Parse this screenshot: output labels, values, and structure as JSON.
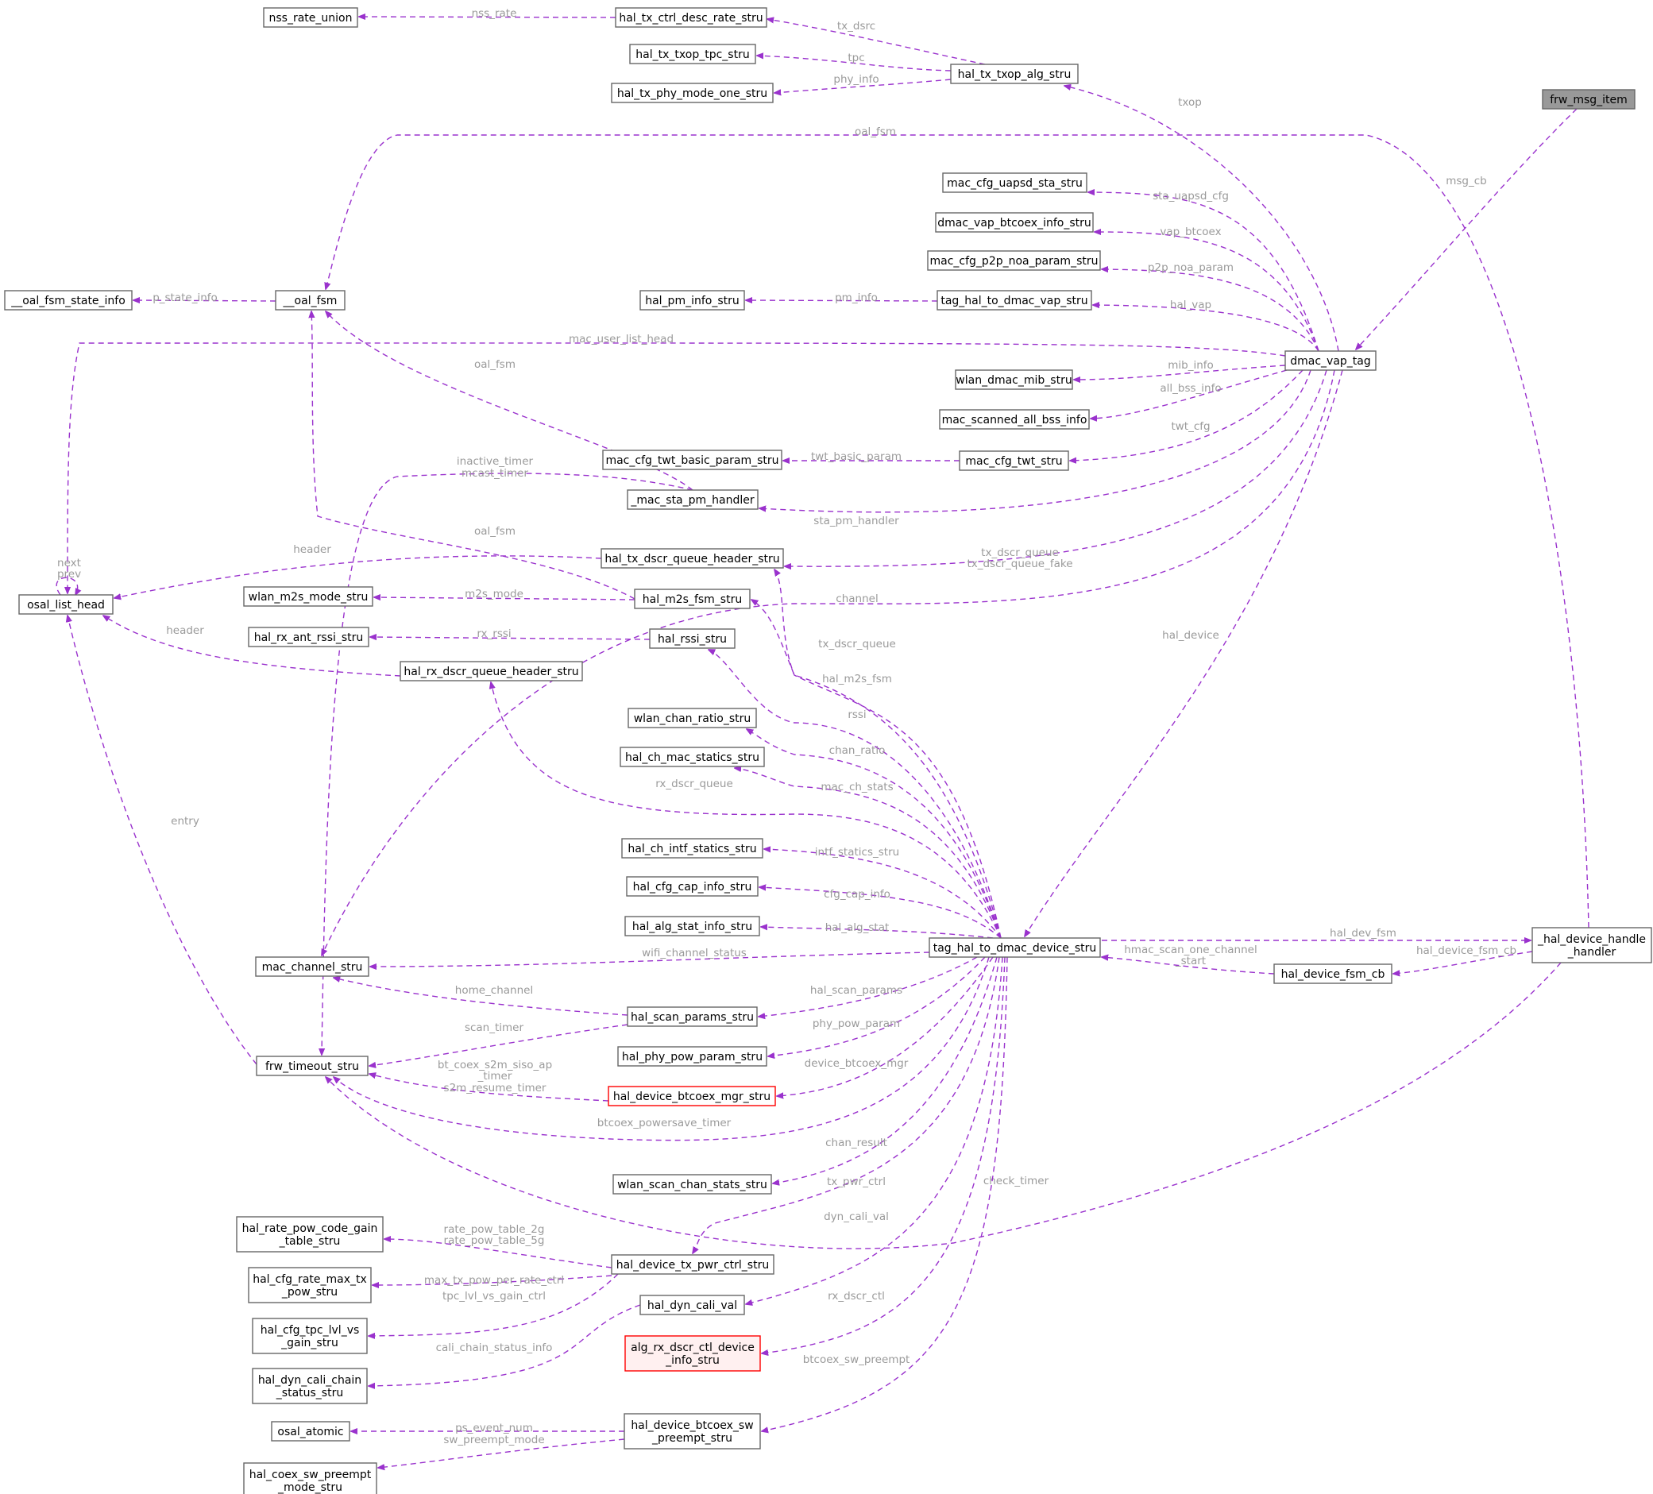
{
  "graph": {
    "colors": {
      "edge": "#9a32cd",
      "edge_label": "#9a9a9a",
      "node_border": "#666666",
      "highlight_fill": "#999999",
      "warning_border": "#ff0000"
    },
    "nodes": {
      "nss_rate_union": "nss_rate_union",
      "hal_tx_ctrl_desc_rate_stru": "hal_tx_ctrl_desc_rate_stru",
      "hal_tx_txop_tpc_stru": "hal_tx_txop_tpc_stru",
      "hal_tx_txop_alg_stru": "hal_tx_txop_alg_stru",
      "hal_tx_phy_mode_one_stru": "hal_tx_phy_mode_one_stru",
      "frw_msg_item": "frw_msg_item",
      "mac_cfg_uapsd_sta_stru": "mac_cfg_uapsd_sta_stru",
      "dmac_vap_btcoex_info_stru": "dmac_vap_btcoex_info_stru",
      "mac_cfg_p2p_noa_param_stru": "mac_cfg_p2p_noa_param_stru",
      "hal_pm_info_stru": "hal_pm_info_stru",
      "tag_hal_to_dmac_vap_stru": "tag_hal_to_dmac_vap_stru",
      "oal_fsm_state_info": "__oal_fsm_state_info",
      "oal_fsm": "__oal_fsm",
      "dmac_vap_tag": "dmac_vap_tag",
      "wlan_dmac_mib_stru": "wlan_dmac_mib_stru",
      "mac_scanned_all_bss_info": "mac_scanned_all_bss_info",
      "mac_cfg_twt_basic_param_stru": "mac_cfg_twt_basic_param_stru",
      "mac_cfg_twt_stru": "mac_cfg_twt_stru",
      "mac_sta_pm_handler": "_mac_sta_pm_handler",
      "hal_tx_dscr_queue_header_stru": "hal_tx_dscr_queue_header_stru",
      "osal_list_head": "osal_list_head",
      "wlan_m2s_mode_stru": "wlan_m2s_mode_stru",
      "hal_m2s_fsm_stru": "hal_m2s_fsm_stru",
      "hal_rx_ant_rssi_stru": "hal_rx_ant_rssi_stru",
      "hal_rssi_stru": "hal_rssi_stru",
      "hal_rx_dscr_queue_header_stru": "hal_rx_dscr_queue_header_stru",
      "wlan_chan_ratio_stru": "wlan_chan_ratio_stru",
      "hal_ch_mac_statics_stru": "hal_ch_mac_statics_stru",
      "hal_ch_intf_statics_stru": "hal_ch_intf_statics_stru",
      "hal_cfg_cap_info_stru": "hal_cfg_cap_info_stru",
      "hal_alg_stat_info_stru": "hal_alg_stat_info_stru",
      "mac_channel_stru": "mac_channel_stru",
      "tag_hal_to_dmac_device_stru": "tag_hal_to_dmac_device_stru",
      "hal_device_handle_handler": [
        "_hal_device_handle",
        "_handler"
      ],
      "hal_device_fsm_cb": "hal_device_fsm_cb",
      "hal_scan_params_stru": "hal_scan_params_stru",
      "frw_timeout_stru": "frw_timeout_stru",
      "hal_phy_pow_param_stru": "hal_phy_pow_param_stru",
      "hal_device_btcoex_mgr_stru": "hal_device_btcoex_mgr_stru",
      "wlan_scan_chan_stats_stru": "wlan_scan_chan_stats_stru",
      "hal_rate_pow_code_gain_table_stru": [
        "hal_rate_pow_code_gain",
        "_table_stru"
      ],
      "hal_device_tx_pwr_ctrl_stru": "hal_device_tx_pwr_ctrl_stru",
      "hal_cfg_rate_max_tx_pow_stru": [
        "hal_cfg_rate_max_tx",
        "_pow_stru"
      ],
      "hal_dyn_cali_val": "hal_dyn_cali_val",
      "hal_cfg_tpc_lvl_vs_gain_stru": [
        "hal_cfg_tpc_lvl_vs",
        "_gain_stru"
      ],
      "alg_rx_dscr_ctl_device_info_stru": [
        "alg_rx_dscr_ctl_device",
        "_info_stru"
      ],
      "hal_dyn_cali_chain_status_stru": [
        "hal_dyn_cali_chain",
        "_status_stru"
      ],
      "osal_atomic": "osal_atomic",
      "hal_device_btcoex_sw_preempt_stru": [
        "hal_device_btcoex_sw",
        "_preempt_stru"
      ],
      "hal_coex_sw_preempt_mode_stru": [
        "hal_coex_sw_preempt",
        "_mode_stru"
      ]
    },
    "edge_labels": {
      "nss_rate": "nss_rate",
      "tx_dsrc": "tx_dsrc",
      "tpc": "tpc",
      "phy_info": "phy_info",
      "txop": "txop",
      "oal_fsm_top": "oal_fsm",
      "msg_cb": "msg_cb",
      "sta_uapsd_cfg": "sta_uapsd_cfg",
      "vap_btcoex": "vap_btcoex",
      "p2p_noa_param": "p2p_noa_param",
      "pm_info": "pm_info",
      "hal_vap": "hal_vap",
      "p_state_info": "p_state_info",
      "mac_user_list_head": "mac_user_list_head",
      "mib_info": "mib_info",
      "all_bss_info": "all_bss_info",
      "oal_fsm_mid": "oal_fsm",
      "twt_cfg": "twt_cfg",
      "twt_basic_param": "twt_basic_param",
      "inactive_timer": [
        "inactive_timer",
        "mcast_timer"
      ],
      "sta_pm_handler": "sta_pm_handler",
      "oal_fsm_low": "oal_fsm",
      "header_tx": "header",
      "tx_dscr_queue_fake": [
        "tx_dscr_queue",
        "tx_dscr_queue_fake"
      ],
      "next_prev": [
        "next",
        "prev"
      ],
      "m2s_mode": "m2s_mode",
      "channel": "channel",
      "tx_dscr_queue": "tx_dscr_queue",
      "header_rx": "header",
      "rx_rssi": "rx_rssi",
      "hal_device": "hal_device",
      "hal_m2s_fsm": "hal_m2s_fsm",
      "rssi": "rssi",
      "chan_ratio": "chan_ratio",
      "mac_ch_stats": "mac_ch_stats",
      "rx_dscr_queue": "rx_dscr_queue",
      "entry": "entry",
      "intf_statics_stru": "intf_statics_stru",
      "cfg_cap_info": "cfg_cap_info",
      "hal_alg_stat": "hal_alg_stat",
      "hal_dev_fsm": "hal_dev_fsm",
      "wifi_channel_status": "wifi_channel_status",
      "hmac_scan_one_channel": [
        "hmac_scan_one_channel",
        "_start"
      ],
      "hal_device_fsm_cb": "hal_device_fsm_cb",
      "home_channel": "home_channel",
      "hal_scan_params": "hal_scan_params",
      "scan_timer": "scan_timer",
      "phy_pow_param": "phy_pow_param",
      "bt_coex_s2m": [
        "bt_coex_s2m_siso_ap",
        "_timer",
        "s2m_resume_timer"
      ],
      "device_btcoex_mgr": "device_btcoex_mgr",
      "btcoex_powersave_timer": "btcoex_powersave_timer",
      "chan_result": "chan_result",
      "check_timer": "check_timer",
      "tx_pwr_ctrl": "tx_pwr_ctrl",
      "rate_pow_table": [
        "rate_pow_table_2g",
        "rate_pow_table_5g"
      ],
      "dyn_cali_val": "dyn_cali_val",
      "max_tx_pow": "max_tx_pow_per_rate_ctrl",
      "tpc_lvl": "tpc_lvl_vs_gain_ctrl",
      "rx_dscr_ctl": "rx_dscr_ctl",
      "cali_chain": "cali_chain_status_info",
      "btcoex_sw_preempt": "btcoex_sw_preempt",
      "ps_event_num": "ps_event_num",
      "sw_preempt_mode": "sw_preempt_mode"
    }
  }
}
